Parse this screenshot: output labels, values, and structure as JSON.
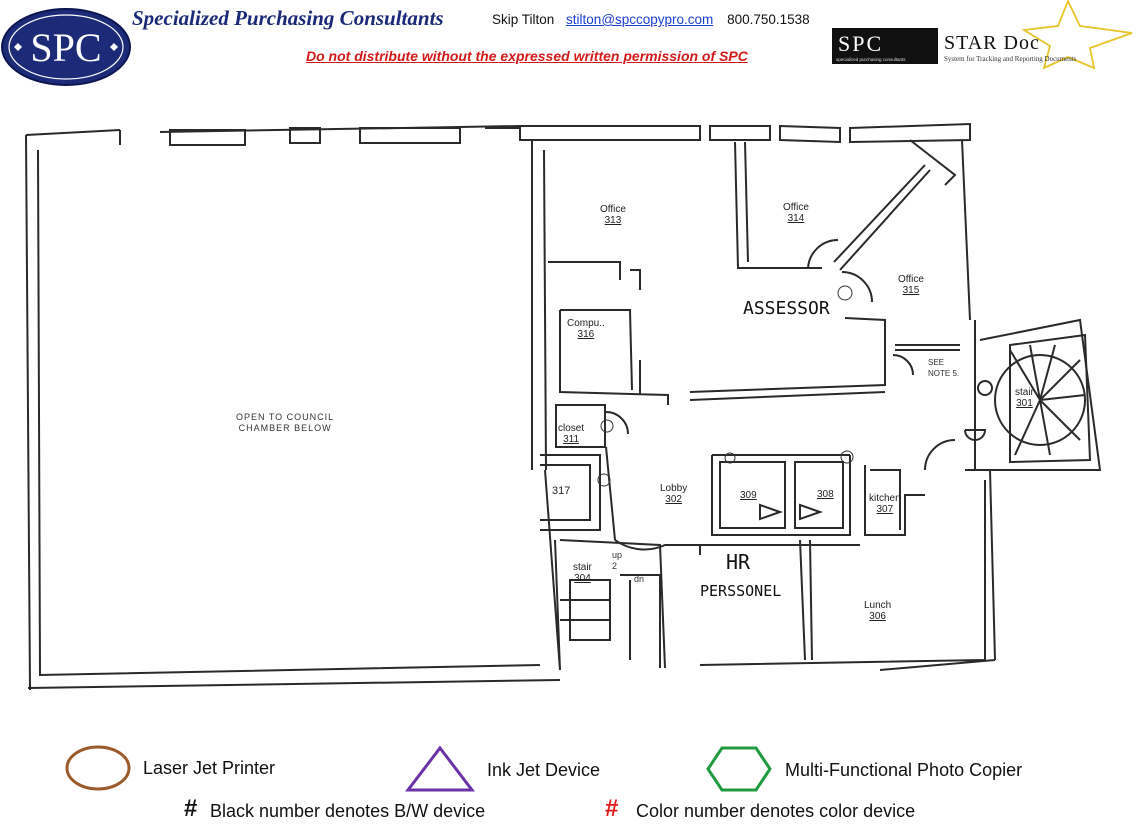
{
  "header": {
    "logo_text": "SPC",
    "company_name": "Specialized Purchasing Consultants",
    "contact_name": "Skip Tilton",
    "contact_email": "stilton@spccopypro.com",
    "contact_phone": "800.750.1538",
    "warning": "Do not distribute without the expressed written permission of SPC",
    "stardoc_logo": "SPC",
    "stardoc_logo_sub": "specialized purchasing consultants",
    "stardoc_title": "STAR Doc",
    "stardoc_subtitle": "System for Tracking and Reporting Documents"
  },
  "floorplan": {
    "rooms": [
      {
        "name": "Office",
        "number": "313"
      },
      {
        "name": "Office",
        "number": "314"
      },
      {
        "name": "Office",
        "number": "315"
      },
      {
        "name": "Compu..",
        "number": "316"
      },
      {
        "name": "closet",
        "number": "311"
      },
      {
        "name": "",
        "number": "317"
      },
      {
        "name": "Lobby",
        "number": "302"
      },
      {
        "name": "",
        "number": "309"
      },
      {
        "name": "",
        "number": "308"
      },
      {
        "name": "kitchen",
        "number": "307"
      },
      {
        "name": "stair",
        "number": "304"
      },
      {
        "name": "Lunch",
        "number": "306"
      },
      {
        "name": "stair",
        "number": "301"
      }
    ],
    "handwritten": [
      "ASSESSOR",
      "HR",
      "PERSSONEL"
    ],
    "open_area_note": [
      "OPEN TO COUNCIL",
      "CHAMBER BELOW"
    ],
    "see_note": [
      "SEE",
      "NOTE 5."
    ],
    "stair_marks": [
      "up",
      "2",
      "dn"
    ]
  },
  "legend": {
    "laser": "Laser Jet Printer",
    "inkjet": "Ink Jet Device",
    "mfp": "Multi-Functional Photo Copier",
    "bw_note": "Black number denotes B/W device",
    "color_note": "Color number denotes color device",
    "hash_symbol": "#",
    "colors": {
      "laser": "#9a5a2a",
      "inkjet": "#6a32a6",
      "mfp": "#1f9a3e",
      "color_hash": "#e01818",
      "black_hash": "#111111"
    }
  }
}
